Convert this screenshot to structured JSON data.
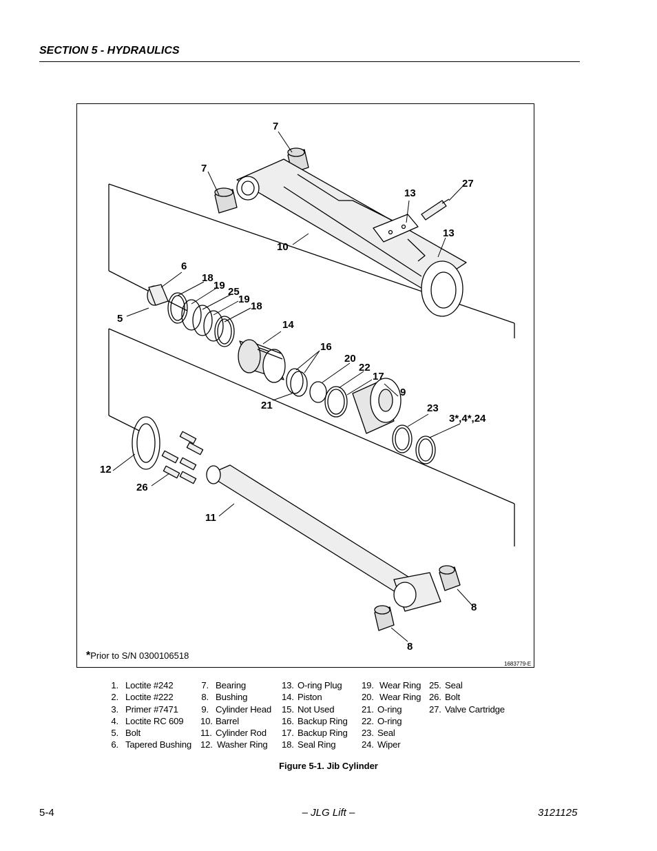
{
  "header": {
    "section_title": "SECTION 5 - HYDRAULICS"
  },
  "figure": {
    "callouts": [
      "7",
      "7",
      "27",
      "13",
      "13",
      "10",
      "6",
      "18",
      "19",
      "25",
      "19",
      "18",
      "5",
      "14",
      "16",
      "20",
      "22",
      "17",
      "9",
      "21",
      "23",
      "3*,4*,24",
      "12",
      "26",
      "11",
      "8",
      "8"
    ],
    "note_star": "*",
    "note_text": "Prior to S/N 0300106518",
    "drawing_id": "1683779-E"
  },
  "legend": {
    "columns": [
      [
        {
          "num": "1.",
          "text": "Loctite #242"
        },
        {
          "num": "2.",
          "text": "Loctite #222"
        },
        {
          "num": "3.",
          "text": "Primer #7471"
        },
        {
          "num": "4.",
          "text": "Loctite RC 609"
        },
        {
          "num": "5.",
          "text": "Bolt"
        },
        {
          "num": "6.",
          "text": "Tapered Bushing"
        }
      ],
      [
        {
          "num": "7.",
          "text": "Bearing"
        },
        {
          "num": "8.",
          "text": "Bushing"
        },
        {
          "num": "9.",
          "text": "Cylinder Head"
        },
        {
          "num": "10.",
          "text": "Barrel"
        },
        {
          "num": "11.",
          "text": "Cylinder Rod"
        },
        {
          "num": "12.",
          "text": "Washer Ring"
        }
      ],
      [
        {
          "num": "13.",
          "text": "O-ring Plug"
        },
        {
          "num": "14.",
          "text": "Piston"
        },
        {
          "num": "15.",
          "text": "Not Used"
        },
        {
          "num": "16.",
          "text": "Backup Ring"
        },
        {
          "num": "17.",
          "text": "Backup Ring"
        },
        {
          "num": "18.",
          "text": "Seal Ring"
        }
      ],
      [
        {
          "num": "19.",
          "text": "Wear Ring"
        },
        {
          "num": "20.",
          "text": "Wear Ring"
        },
        {
          "num": "21.",
          "text": "O-ring"
        },
        {
          "num": "22.",
          "text": "O-ring"
        },
        {
          "num": "23.",
          "text": "Seal"
        },
        {
          "num": "24.",
          "text": "Wiper"
        }
      ],
      [
        {
          "num": "25.",
          "text": "Seal"
        },
        {
          "num": "26.",
          "text": "Bolt"
        },
        {
          "num": "27.",
          "text": "Valve Cartridge"
        }
      ]
    ]
  },
  "caption": "Figure 5-1.  Jib Cylinder",
  "footer": {
    "page": "5-4",
    "center": "– JLG Lift –",
    "doc_number": "3121125"
  }
}
